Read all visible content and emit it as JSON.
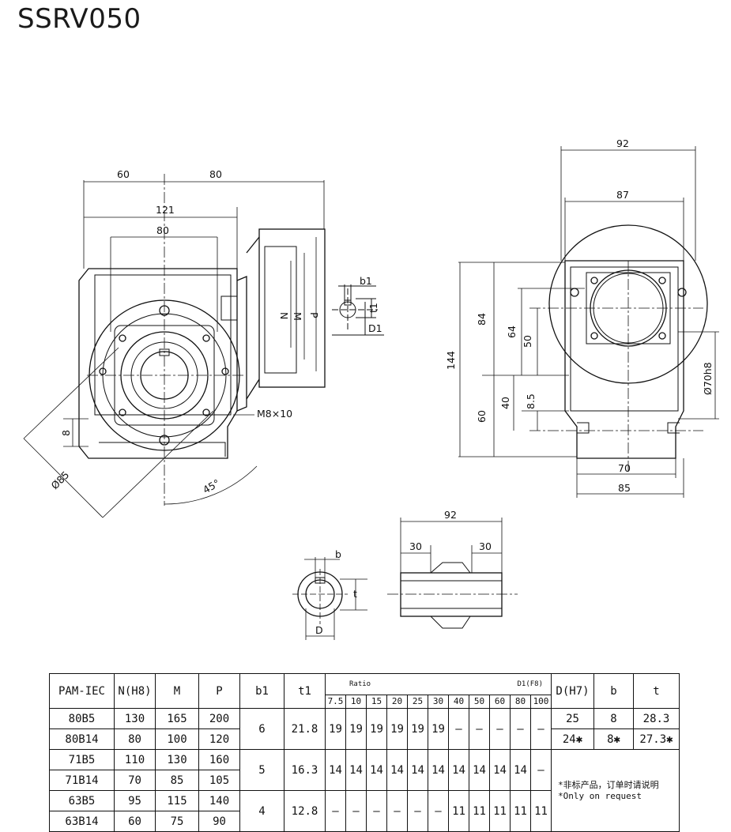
{
  "title": "SSRV050",
  "front_view": {
    "dims": {
      "d60": "60",
      "d80_top": "80",
      "d121": "121",
      "d80_inner": "80",
      "d8": "8",
      "d85": "Ø85",
      "angle": "45°",
      "thread": "M8×10"
    },
    "flange_labels": {
      "n": "N",
      "m": "M",
      "p": "P"
    },
    "key_labels": {
      "b1": "b1",
      "t1": "t1",
      "d1": "D1"
    }
  },
  "side_view": {
    "dims": {
      "d92": "92",
      "d87": "87",
      "d84": "84",
      "d64": "64",
      "d50": "50",
      "d144": "144",
      "d40": "40",
      "d8_5": "8.5",
      "d60": "60",
      "d70": "70",
      "d85": "85",
      "d70h8": "Ø70h8"
    }
  },
  "shaft_view": {
    "dims": {
      "d92": "92",
      "d30_left": "30",
      "d30_right": "30",
      "b": "b",
      "t": "t",
      "d": "D"
    }
  },
  "table": {
    "headers": {
      "pam_iec": "PAM-IEC",
      "n": "N(H8)",
      "m": "M",
      "p": "P",
      "b1": "b1",
      "t1": "t1",
      "ratio": "Ratio",
      "d1": "D1(F8)",
      "dh7": "D(H7)",
      "b": "b",
      "t": "t"
    },
    "ratios": [
      "7.5",
      "10",
      "15",
      "20",
      "25",
      "30",
      "40",
      "50",
      "60",
      "80",
      "100"
    ],
    "rows": [
      {
        "pam": "80B5",
        "n": "130",
        "m": "165",
        "p": "200"
      },
      {
        "pam": "80B14",
        "n": "80",
        "m": "100",
        "p": "120"
      },
      {
        "pam": "71B5",
        "n": "110",
        "m": "130",
        "p": "160"
      },
      {
        "pam": "71B14",
        "n": "70",
        "m": "85",
        "p": "105"
      },
      {
        "pam": "63B5",
        "n": "95",
        "m": "115",
        "p": "140"
      },
      {
        "pam": "63B14",
        "n": "60",
        "m": "75",
        "p": "90"
      }
    ],
    "groups": [
      {
        "b1": "6",
        "t1": "21.8",
        "d1": [
          "19",
          "19",
          "19",
          "19",
          "19",
          "19",
          "—",
          "—",
          "—",
          "—",
          "—"
        ]
      },
      {
        "b1": "5",
        "t1": "16.3",
        "d1": [
          "14",
          "14",
          "14",
          "14",
          "14",
          "14",
          "14",
          "14",
          "14",
          "14",
          "—"
        ]
      },
      {
        "b1": "4",
        "t1": "12.8",
        "d1": [
          "—",
          "—",
          "—",
          "—",
          "—",
          "—",
          "11",
          "11",
          "11",
          "11",
          "11"
        ]
      }
    ],
    "output": [
      {
        "d": "25",
        "b": "8",
        "t": "28.3"
      },
      {
        "d": "24✱",
        "b": "8✱",
        "t": "27.3✱"
      }
    ],
    "note_cn": "*非标产品，订单时请说明",
    "note_en": "*Only on request"
  }
}
